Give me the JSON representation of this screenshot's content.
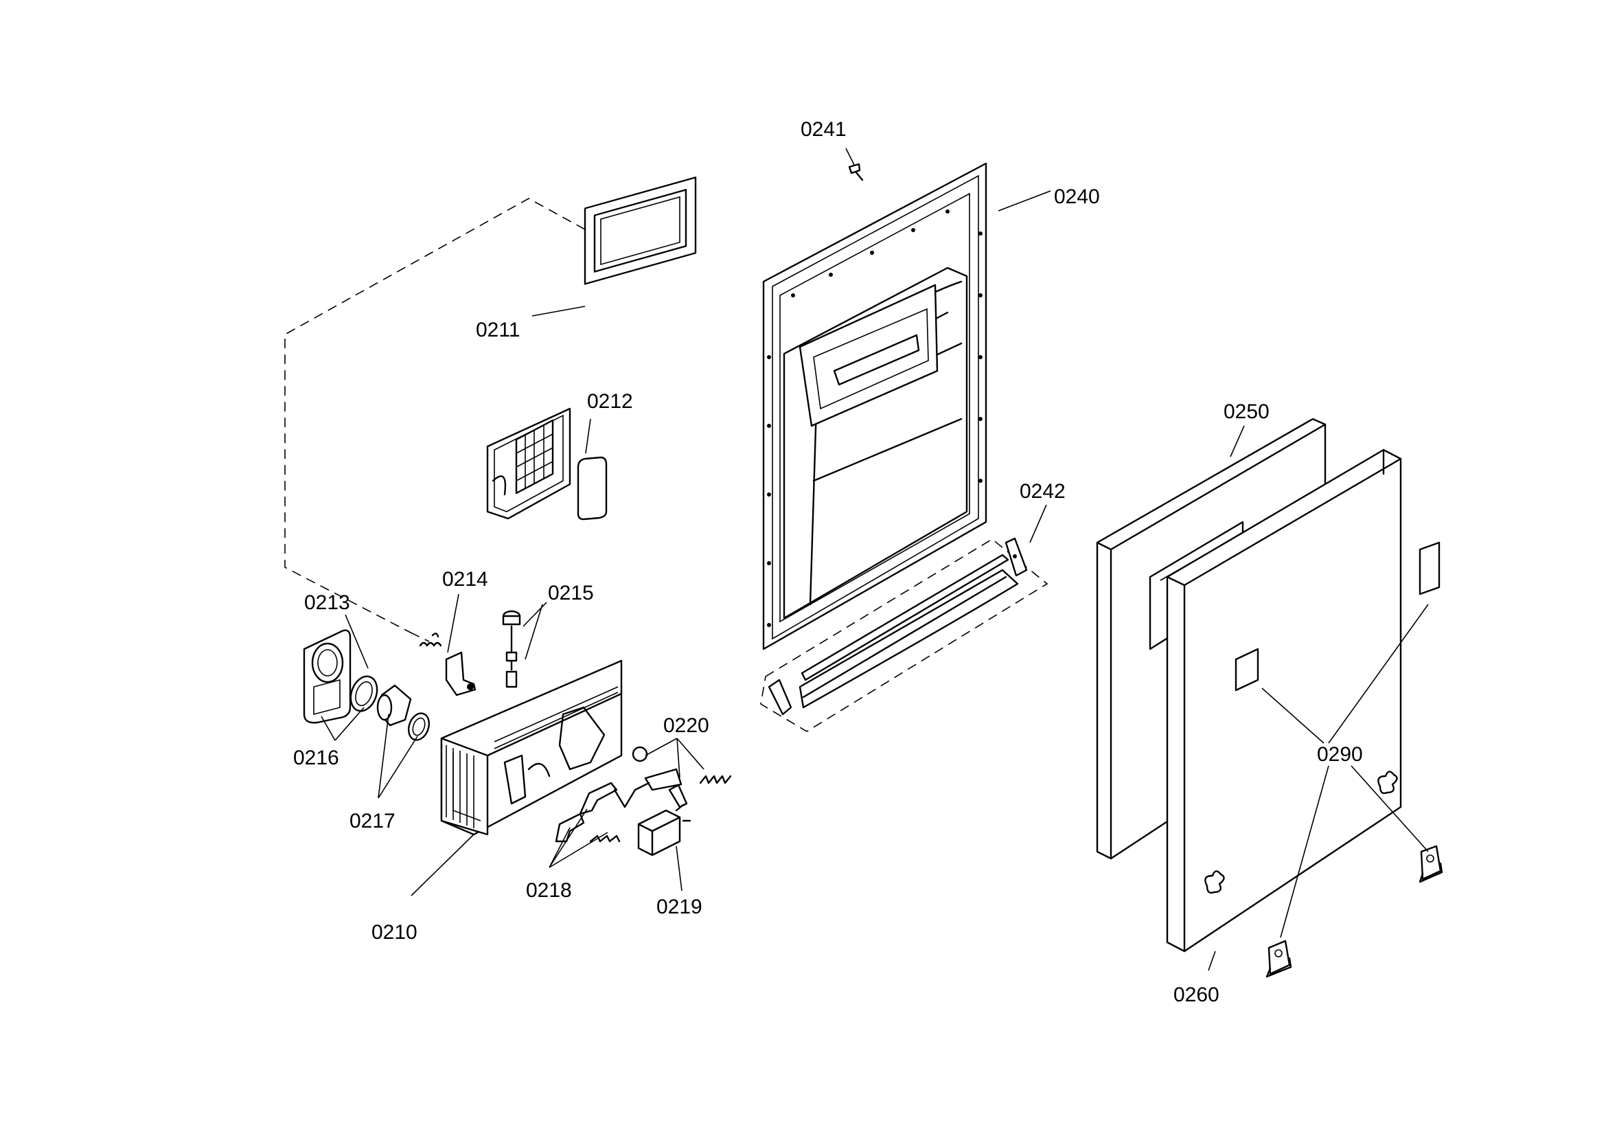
{
  "diagram": {
    "labels": {
      "p0210": "0210",
      "p0211": "0211",
      "p0212": "0212",
      "p0213": "0213",
      "p0214": "0214",
      "p0215": "0215",
      "p0216": "0216",
      "p0217": "0217",
      "p0218": "0218",
      "p0219": "0219",
      "p0220": "0220",
      "p0240": "0240",
      "p0241": "0241",
      "p0242": "0242",
      "p0250": "0250",
      "p0260": "0260",
      "p0290": "0290"
    },
    "colors": {
      "line": "#000000",
      "background": "#ffffff"
    }
  }
}
